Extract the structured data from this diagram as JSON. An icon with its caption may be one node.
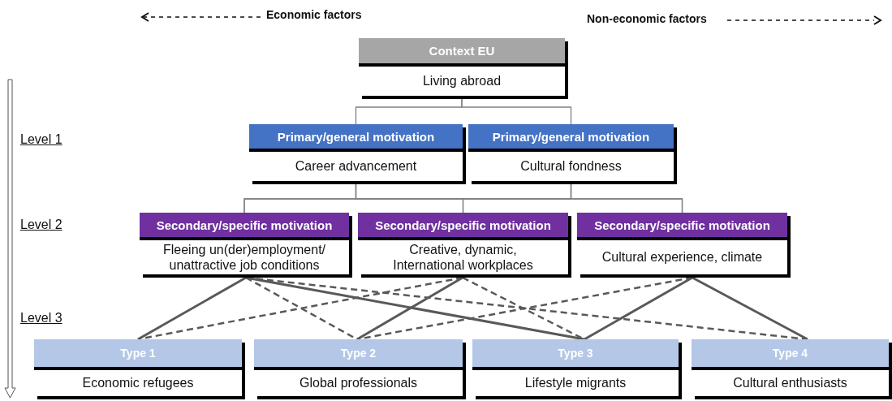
{
  "diagram": {
    "nodes": [
      {
        "text": [
          "Context EU",
          "Living abroad"
        ]
      },
      {
        "text": [
          "Primary/general motivation",
          "Career advancement"
        ]
      },
      {
        "text": [
          "Primary/general motivation",
          "Cultural fondness"
        ]
      },
      {
        "text": [
          "Secondary/specific motivation",
          "Fleeing un(der)employment/ unattractive job conditions"
        ]
      },
      {
        "text": [
          "Secondary/specific motivation",
          "Creative, dynamic, International workplaces"
        ]
      },
      {
        "text": [
          "Secondary/specific motivation",
          "Cultural experience, climate"
        ]
      },
      {
        "text": [
          "Type 1",
          "Economic refugees"
        ]
      },
      {
        "text": [
          "Type 2",
          "Global professionals"
        ]
      },
      {
        "text": [
          "Type 3",
          "Lifestyle migrants"
        ]
      },
      {
        "text": [
          "Type 4",
          "Cultural enthusiasts"
        ]
      }
    ],
    "edges": [
      {
        "from": 0,
        "to": 1,
        "arrow": "none",
        "color": "#808080"
      },
      {
        "from": 0,
        "to": 2,
        "arrow": "none",
        "color": "#808080"
      },
      {
        "from": 1,
        "to": 3,
        "arrow": "none",
        "color": "#808080"
      },
      {
        "from": 1,
        "to": 4,
        "arrow": "none",
        "color": "#808080"
      },
      {
        "from": 1,
        "to": 5,
        "arrow": "none",
        "color": "#808080"
      },
      {
        "from": 2,
        "to": 3,
        "arrow": "none",
        "color": "#808080"
      },
      {
        "from": 2,
        "to": 4,
        "arrow": "none",
        "color": "#808080"
      },
      {
        "from": 2,
        "to": 5,
        "arrow": "none",
        "color": "#808080"
      },
      {
        "from": 3,
        "to": 6,
        "arrow": "none"
      },
      {
        "from": 3,
        "to": 7,
        "arrow": "none",
        "style": "dashed"
      },
      {
        "from": 3,
        "to": 8,
        "arrow": "none"
      },
      {
        "from": 3,
        "to": 9,
        "arrow": "none",
        "style": "dashed"
      },
      {
        "from": 4,
        "to": 6,
        "arrow": "none",
        "style": "dashed"
      },
      {
        "from": 4,
        "to": 7,
        "arrow": "none"
      },
      {
        "from": 4,
        "to": 8,
        "arrow": "none",
        "style": "dashed"
      },
      {
        "from": 5,
        "to": 7,
        "arrow": "none",
        "style": "dashed"
      },
      {
        "from": 5,
        "to": 8,
        "arrow": "none"
      },
      {
        "from": 5,
        "to": 9,
        "arrow": "none"
      }
    ],
    "labels": [
      "Economic factors",
      "Non-economic factors",
      "Level 1",
      "Level 2",
      "Level 3"
    ]
  }
}
